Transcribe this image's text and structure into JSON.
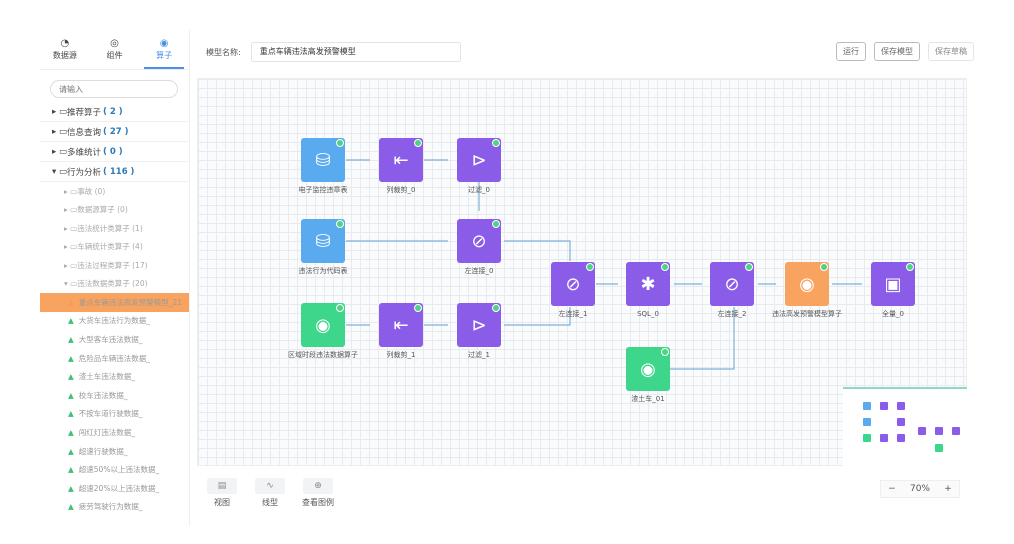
{
  "sidebar": {
    "tabs": [
      {
        "label": "数据源",
        "icon": "pie-icon"
      },
      {
        "label": "组件",
        "icon": "target-icon"
      },
      {
        "label": "算子",
        "icon": "operator-icon"
      }
    ],
    "search_placeholder": "请输入",
    "groups": [
      {
        "label": "推荐算子",
        "count": "( 2 )"
      },
      {
        "label": "信息查询",
        "count": "( 27 )"
      },
      {
        "label": "多维统计",
        "count": "( 0 )"
      },
      {
        "label": "行为分析",
        "count": "( 116 )"
      }
    ],
    "subgroups": [
      "事故 (0)",
      "数据源算子 (0)",
      "违法统计类算子 (1)",
      "车辆统计类算子 (4)",
      "违法过程类算子 (17)",
      "违法数据类算子 (20)"
    ],
    "leaves": [
      "重点车辆违法高发预警模型_21",
      "大货车违法行为数据_",
      "大型客车违法数据_",
      "危险品车辆违法数据_",
      "渣土车违法数据_",
      "校车违法数据_",
      "不按车道行驶数据_",
      "闯红灯违法数据_",
      "超速行驶数据_",
      "超速50%以上违法数据_",
      "超速20%以上违法数据_",
      "疲劳驾驶行为数据_"
    ]
  },
  "header": {
    "model_name_label": "模型名称:",
    "model_name": "重点车辆违法高发预警模型",
    "run": "运行",
    "save_model": "保存模型",
    "save_draft": "保存草稿"
  },
  "nodes": {
    "n1": "电子监控违章表",
    "n2": "列裁剪_0",
    "n3": "过滤_0",
    "n4": "违法行为代码表",
    "n5": "左连接_0",
    "n6": "区域时段违法数据算子",
    "n7": "列裁剪_1",
    "n8": "过滤_1",
    "n9": "左连接_1",
    "n10": "SQL_0",
    "n11": "左连接_2",
    "n12": "违法高发预警模型算子",
    "n13": "全量_0",
    "n14": "渣土车_01"
  },
  "bottom": {
    "view": "视图",
    "line": "线型",
    "legend": "查看图例"
  },
  "zoom": {
    "minus": "−",
    "value": "70%",
    "plus": "+"
  }
}
